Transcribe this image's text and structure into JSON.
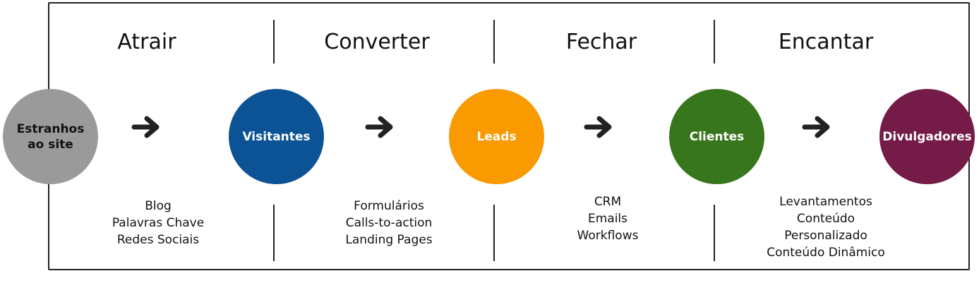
{
  "stages": [
    {
      "title": "Atrair",
      "tactics": [
        "Blog",
        "Palavras Chave",
        "Redes Sociais"
      ]
    },
    {
      "title": "Converter",
      "tactics": [
        "Formulários",
        "Calls-to-action",
        "Landing Pages"
      ]
    },
    {
      "title": "Fechar",
      "tactics": [
        "CRM",
        "Emails",
        "Workflows"
      ]
    },
    {
      "title": "Encantar",
      "tactics": [
        "Levantamentos",
        "Conteúdo",
        "Personalizado",
        "Conteúdo Dinâmico"
      ]
    }
  ],
  "nodes": [
    {
      "label": "Estranhos ao site",
      "color": "#9a9a9a"
    },
    {
      "label": "Visitantes",
      "color": "#0b5394"
    },
    {
      "label": "Leads",
      "color": "#f89a00"
    },
    {
      "label": "Clientes",
      "color": "#38761d"
    },
    {
      "label": "Divulgadores",
      "color": "#741b47"
    }
  ],
  "colors": {
    "frame": "#222222",
    "arrow": "#222222"
  }
}
